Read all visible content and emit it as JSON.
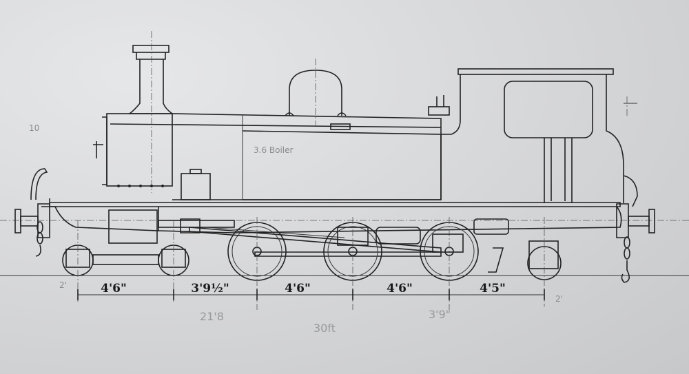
{
  "dimensions": [
    "4'6\"",
    "3'9½\"",
    "4'6\"",
    "4'6\"",
    "4'5\""
  ],
  "pencil_notes": {
    "boiler": "3.6 Boiler",
    "left_margin": "10",
    "left_axle": "2'",
    "right_axle": "2'",
    "under_1": "21'8",
    "under_2": "3'9\"",
    "total": "30ft"
  }
}
